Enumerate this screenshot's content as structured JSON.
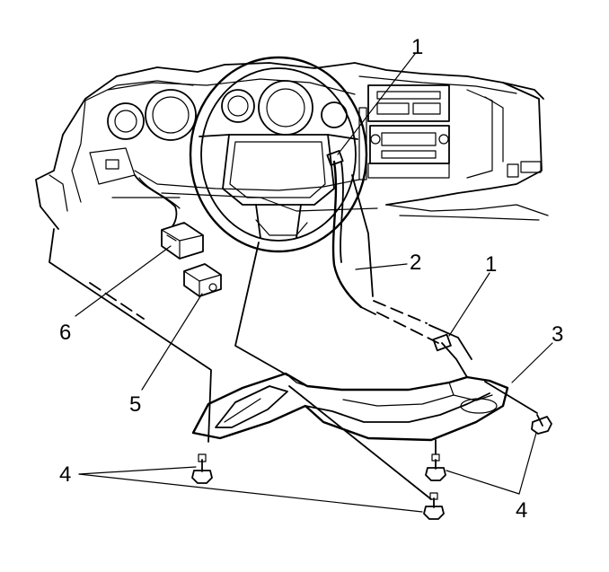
{
  "callouts": {
    "c1_top": "1",
    "c1_right": "1",
    "c2": "2",
    "c3": "3",
    "c4_left": "4",
    "c4_right": "4",
    "c5": "5",
    "c6": "6"
  }
}
